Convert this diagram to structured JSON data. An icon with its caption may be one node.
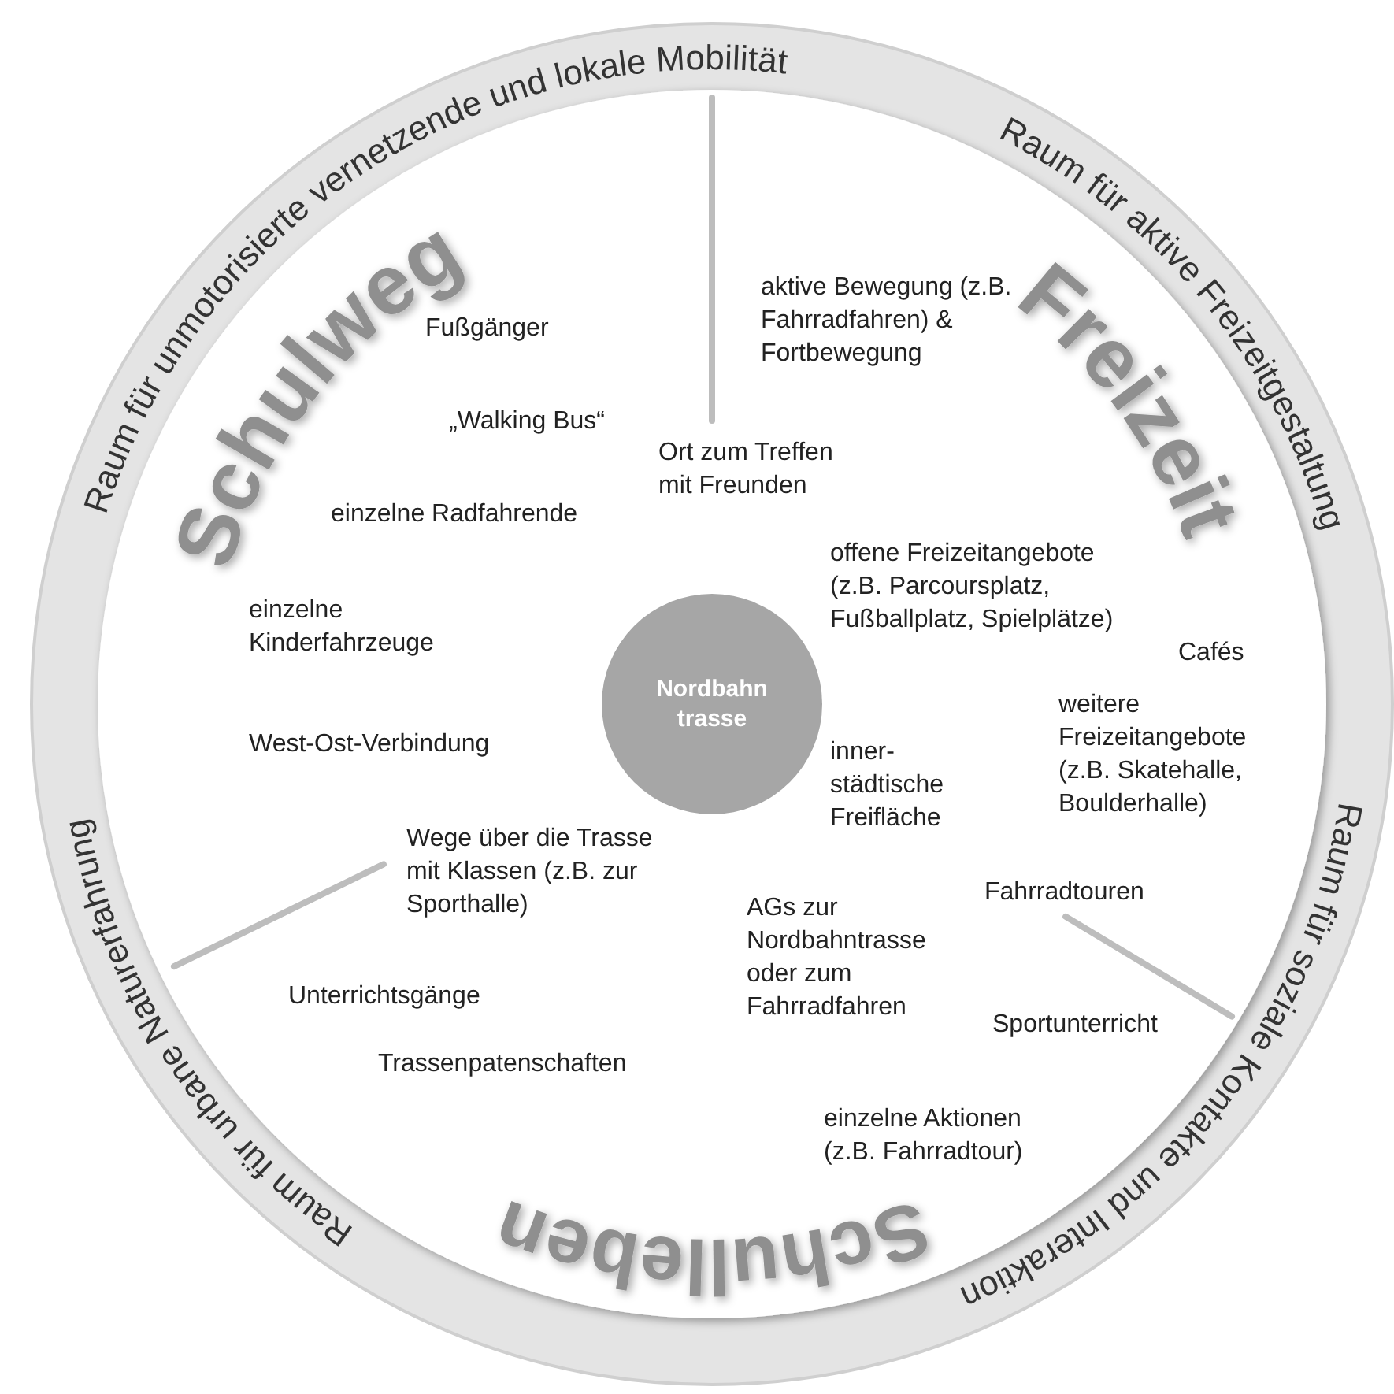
{
  "diagram": {
    "nodes": [
      {
        "text": [
          "Nordbahn trasse"
        ]
      }
    ],
    "labels": [
      "Raum für unmotorisierte vernetzende und lokale Mobilität",
      "Raum für aktive Freizeitgestaltung",
      "Schulweg",
      "Freizeit",
      "aktive Bewegung (z.B. Fahrradfahren) & Fortbewegung",
      "Fußgänger",
      "„Walking Bus“",
      "Ort zum Treffen mit Freunden",
      "einzelne Radfahrende",
      "offene Freizeitangebote (z.B. Parcoursplatz, Fußballplatz, Spielplätze)",
      "einzelne Kinderfahrzeuge",
      "Cafés",
      "weitere Freizeitangebote (z.B. Skatehalle, Boulderhalle)",
      "West-Ost-Verbindung",
      "inner- städtische Freifläche",
      "Wege über die Trasse mit Klassen (z.B. zur Sporthalle)",
      "Fahrradtouren",
      "AGs zur Nordbahntrasse oder zum Fahrradfahren",
      "Unterrichtsgänge",
      "Sportunterricht",
      "Trassenpatenschaften",
      "einzelne Aktionen (z.B. Fahrradtour)",
      "Raum für soziale Kontakte und Interaktion",
      "Raum für urbane Naturerfahrung",
      "Schulleben"
    ]
  }
}
